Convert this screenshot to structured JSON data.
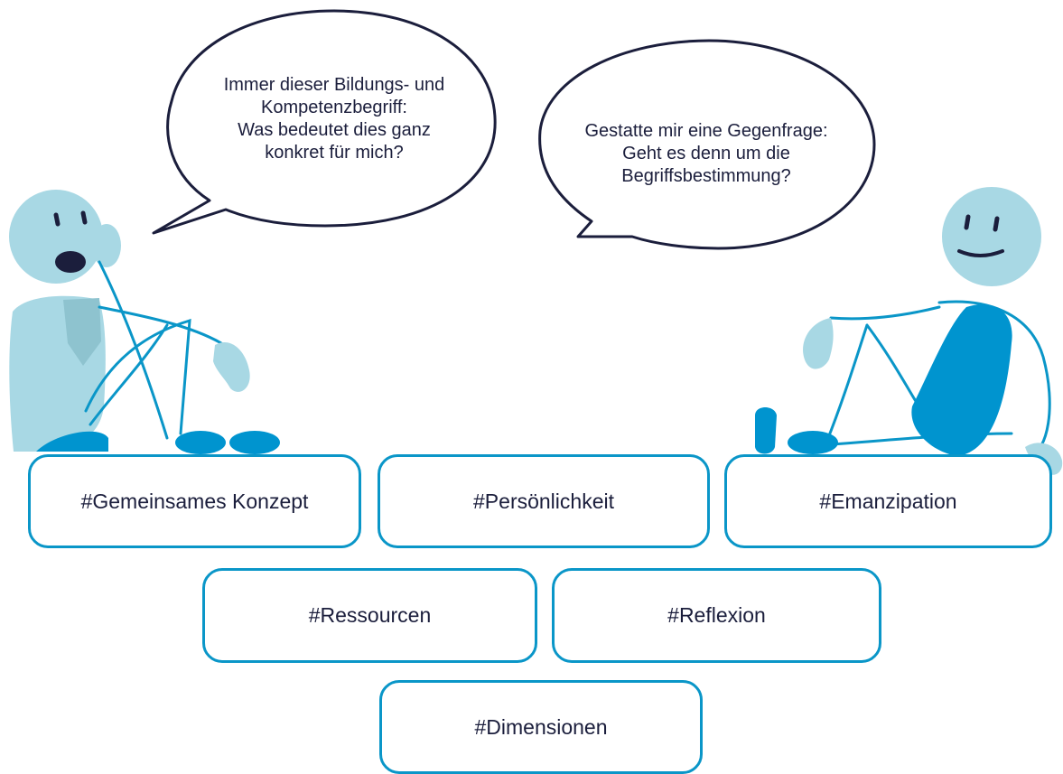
{
  "colors": {
    "light_blue": "#a8d8e4",
    "mid_blue": "#0a96c8",
    "dark_blue": "#0094cf",
    "navy": "#1b1e3c",
    "white": "#ffffff"
  },
  "bubbles": {
    "left": {
      "lines": [
        "Immer dieser Bildungs- und",
        "Kompetenzbegriff:",
        "Was bedeutet dies ganz",
        "konkret für mich?"
      ]
    },
    "right": {
      "lines": [
        "Gestatte mir eine Gegenfrage:",
        "Geht es denn um die",
        "Begriffsbestimmung?"
      ]
    }
  },
  "tags": {
    "row1": [
      "#Gemeinsames Konzept",
      "#Persönlichkeit",
      "#Emanzipation"
    ],
    "row2": [
      "#Ressourcen",
      "#Reflexion"
    ],
    "row3": [
      "#Dimensionen"
    ]
  }
}
